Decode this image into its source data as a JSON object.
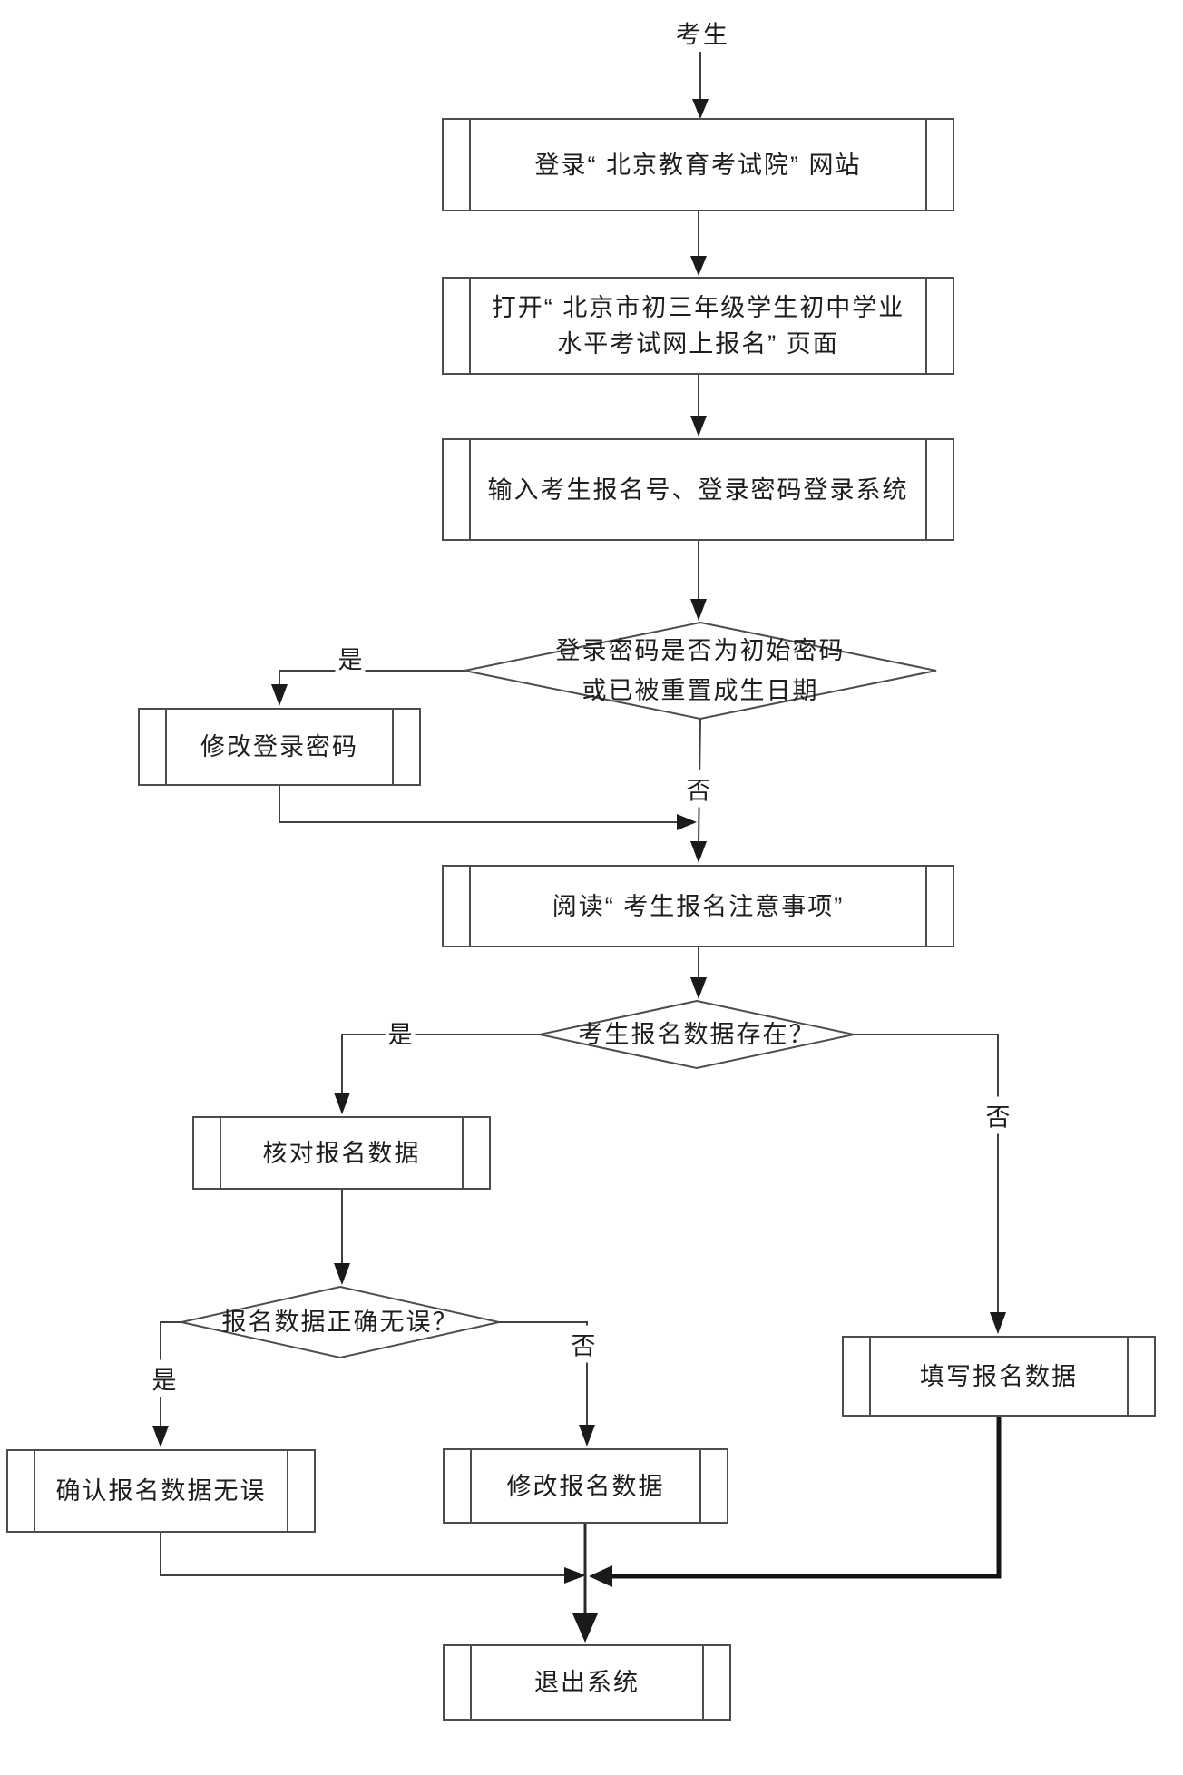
{
  "flowchart": {
    "start_label": "考生",
    "boxes": {
      "login_site": "登录“ 北京教育考试院” 网站",
      "open_page_line1": "打开“ 北京市初三年级学生初中学业",
      "open_page_line2": "水平考试网上报名” 页面",
      "enter_credentials": "输入考生报名号、登录密码登录系统",
      "change_password": "修改登录密码",
      "read_notice": "阅读“ 考生报名注意事项”",
      "verify_data": "核对报名数据",
      "confirm_data": "确认报名数据无误",
      "modify_data": "修改报名数据",
      "fill_data": "填写报名数据",
      "exit_system": "退出系统"
    },
    "decisions": {
      "password_check_line1": "登录密码是否为初始密码",
      "password_check_line2": "或已被重置成生日期",
      "data_exists": "考生报名数据存在？",
      "data_correct": "报名数据正确无误？"
    },
    "labels": {
      "d1_yes": "是",
      "d1_no": "否",
      "d2_yes": "是",
      "d2_no": "否",
      "d3_yes": "是",
      "d3_no": "否"
    },
    "colors": {
      "line": "#3f3f3f",
      "thick_line": "#141414",
      "border": "#4d4d4d",
      "text": "#1d1d1d",
      "background": "#ffffff"
    }
  }
}
